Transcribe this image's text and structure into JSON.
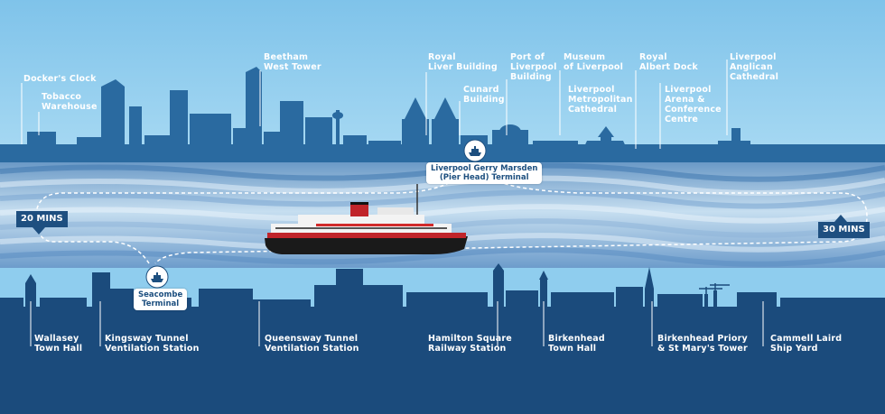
{
  "colors": {
    "sky": "#8fcdee",
    "skyline": "#2a6aa0",
    "skyline_dark": "#1f5a8d",
    "river_light": "#bcd9ee",
    "river_dark": "#5e94c4",
    "wirral": "#1b4b7c",
    "label_dark": "#1d4f7f",
    "white": "#ffffff"
  },
  "top_landmarks": [
    "Docker's Clock",
    "Tobacco\nWarehouse",
    "Beetham\nWest Tower",
    "Royal\nLiver Building",
    "Cunard\nBuilding",
    "Port of\nLiverpool\nBuilding",
    "Museum\nof Liverpool",
    "Liverpool\nMetropolitan\nCathedral",
    "Royal\nAlbert Dock",
    "Liverpool\nArena &\nConference\nCentre",
    "Liverpool\nAnglican\nCathedral"
  ],
  "terminals": {
    "pier_head": "Liverpool Gerry Marsden\n(Pier Head) Terminal",
    "seacombe": "Seacombe\nTerminal"
  },
  "times": {
    "left": "20 MINS",
    "right": "30 MINS"
  },
  "bottom_landmarks": [
    "Wallasey\nTown Hall",
    "Kingsway Tunnel\nVentilation Station",
    "Queensway Tunnel\nVentilation Station",
    "Hamilton Square\nRailway Station",
    "Birkenhead\nTown Hall",
    "Birkenhead Priory\n& St Mary's Tower",
    "Cammell Laird\nShip Yard"
  ],
  "icons": [
    "ferry-icon",
    "ferry-icon"
  ]
}
